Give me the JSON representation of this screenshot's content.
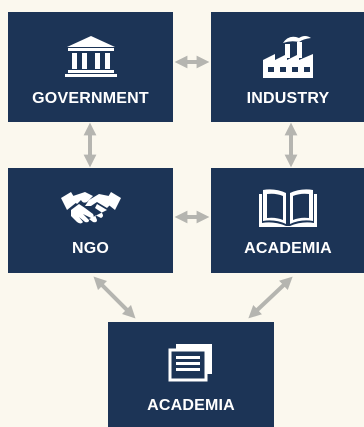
{
  "nodes": {
    "government": {
      "label": "GOVERNMENT",
      "icon": "government-building-icon"
    },
    "industry": {
      "label": "INDUSTRY",
      "icon": "factory-icon"
    },
    "ngo": {
      "label": "NGO",
      "icon": "handshake-icon"
    },
    "academia_1": {
      "label": "ACADEMIA",
      "icon": "open-book-icon"
    },
    "academia_2": {
      "label": "ACADEMIA",
      "icon": "documents-icon"
    }
  },
  "connections": [
    {
      "from": "government",
      "to": "industry",
      "type": "bidirectional"
    },
    {
      "from": "government",
      "to": "ngo",
      "type": "bidirectional"
    },
    {
      "from": "industry",
      "to": "academia_1",
      "type": "bidirectional"
    },
    {
      "from": "ngo",
      "to": "academia_1",
      "type": "bidirectional"
    },
    {
      "from": "ngo",
      "to": "academia_2",
      "type": "bidirectional"
    },
    {
      "from": "academia_1",
      "to": "academia_2",
      "type": "bidirectional"
    }
  ],
  "colors": {
    "box": "#1c3456",
    "text": "#ffffff",
    "arrow": "#b5b5b0",
    "background": "#fbf8ee"
  }
}
